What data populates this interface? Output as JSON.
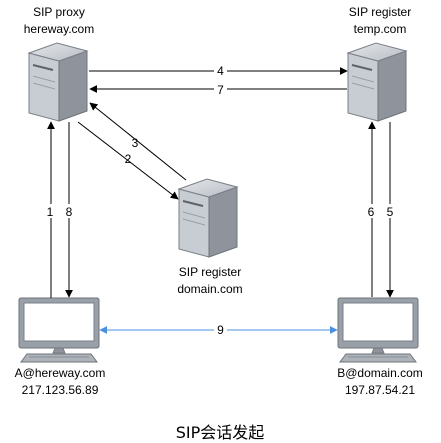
{
  "caption": "SIP会话发起",
  "nodes": {
    "proxy": {
      "line1": "SIP proxy",
      "line2": "hereway.com"
    },
    "register_temp": {
      "line1": "SIP register",
      "line2": "temp.com"
    },
    "register_domain": {
      "line1": "SIP register",
      "line2": "domain.com"
    },
    "client_a": {
      "line1": "A@hereway.com",
      "line2": "217.123.56.89"
    },
    "client_b": {
      "line1": "B@domain.com",
      "line2": "197.87.54.21"
    }
  },
  "steps": {
    "s1": "1",
    "s2": "2",
    "s3": "3",
    "s4": "4",
    "s5": "5",
    "s6": "6",
    "s7": "7",
    "s8": "8",
    "s9": "9"
  },
  "colors": {
    "server_light": "#c8ccd3",
    "server_dark": "#8f949c",
    "monitor_border": "#7a7f87",
    "monitor_screen": "#ffffff",
    "link_blue": "#4a90e2",
    "line": "#000000"
  }
}
